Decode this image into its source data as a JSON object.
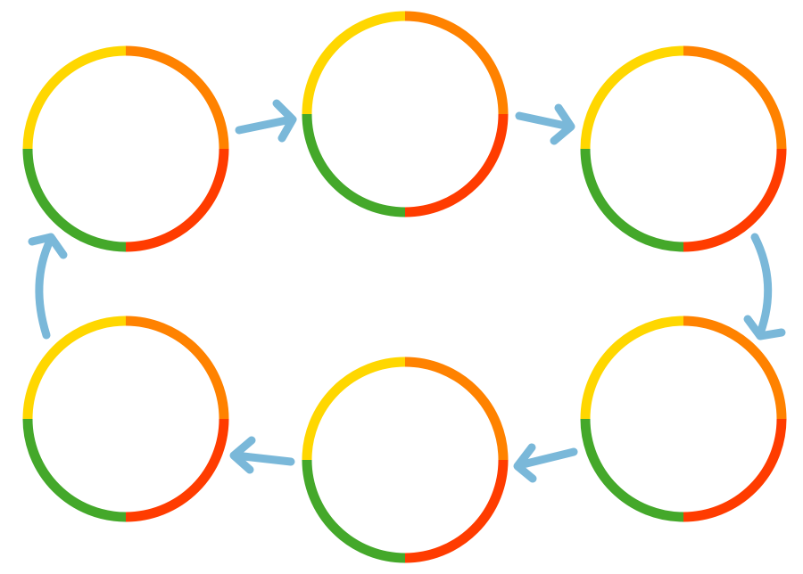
{
  "diagram": {
    "type": "cycle",
    "node_count": 6,
    "direction": "clockwise",
    "colors": {
      "segment_top_left": "#FFD700",
      "segment_top_right": "#FF8200",
      "segment_bottom_right": "#FF3C00",
      "segment_bottom_left": "#44A82A",
      "arrow": "#7AB8D9",
      "background": "#FFFFFF"
    },
    "nodes": [
      {
        "id": "node-1",
        "position": "top-left"
      },
      {
        "id": "node-2",
        "position": "top-center"
      },
      {
        "id": "node-3",
        "position": "top-right"
      },
      {
        "id": "node-4",
        "position": "bottom-right"
      },
      {
        "id": "node-5",
        "position": "bottom-center"
      },
      {
        "id": "node-6",
        "position": "bottom-left"
      }
    ],
    "edges": [
      {
        "from": "node-1",
        "to": "node-2"
      },
      {
        "from": "node-2",
        "to": "node-3"
      },
      {
        "from": "node-3",
        "to": "node-4"
      },
      {
        "from": "node-4",
        "to": "node-5"
      },
      {
        "from": "node-5",
        "to": "node-6"
      },
      {
        "from": "node-6",
        "to": "node-1"
      }
    ]
  }
}
